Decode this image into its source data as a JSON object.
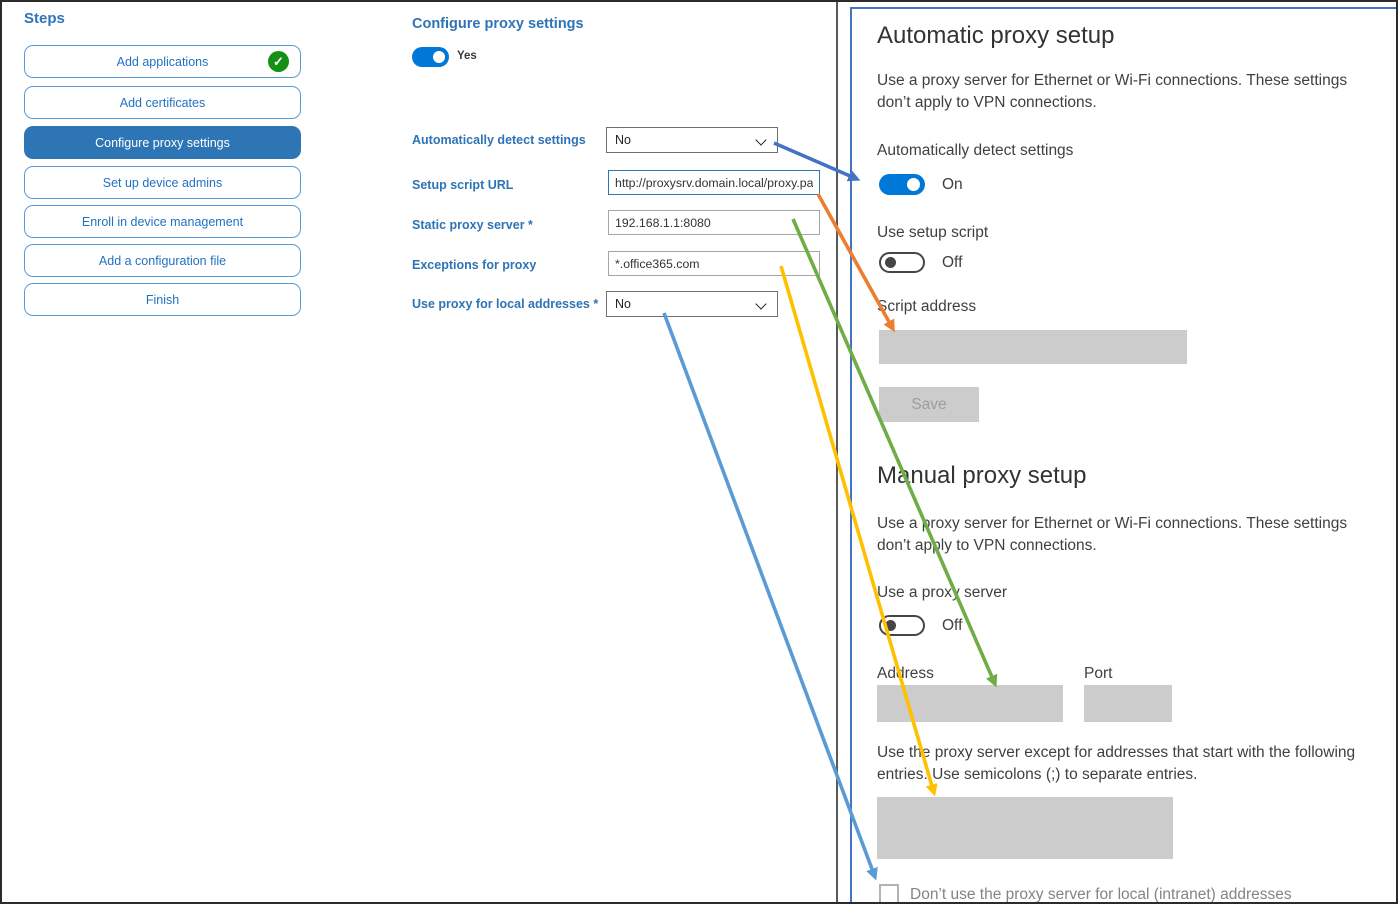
{
  "steps_panel": {
    "title": "Steps",
    "items": [
      {
        "label": "Add applications",
        "completed": true,
        "selected": false
      },
      {
        "label": "Add certificates",
        "completed": false,
        "selected": false
      },
      {
        "label": "Configure proxy settings",
        "completed": false,
        "selected": true
      },
      {
        "label": "Set up device admins",
        "completed": false,
        "selected": false
      },
      {
        "label": "Enroll in device management",
        "completed": false,
        "selected": false
      },
      {
        "label": "Add a configuration file",
        "completed": false,
        "selected": false
      },
      {
        "label": "Finish",
        "completed": false,
        "selected": false
      }
    ]
  },
  "wizard": {
    "heading": "Configure proxy settings",
    "enabled_toggle": {
      "state": true,
      "label": "Yes"
    },
    "fields": [
      {
        "label": "Automatically detect settings",
        "type": "select",
        "value": "No"
      },
      {
        "label": "Setup script URL",
        "type": "text",
        "value": "http://proxysrv.domain.local/proxy.pa",
        "focused": true
      },
      {
        "label": "Static proxy server *",
        "type": "text",
        "value": "192.168.1.1:8080"
      },
      {
        "label": "Exceptions for proxy",
        "type": "text",
        "value": "*.office365.com"
      },
      {
        "label": "Use proxy for local addresses *",
        "type": "select",
        "value": "No"
      }
    ]
  },
  "settings_panel": {
    "auto": {
      "heading": "Automatic proxy setup",
      "description": "Use a proxy server for Ethernet or Wi-Fi connections. These settings don’t apply to VPN connections.",
      "detect_label": "Automatically detect settings",
      "detect_state": "On",
      "script_toggle_label": "Use setup script",
      "script_toggle_state": "Off",
      "script_address_label": "Script address",
      "script_address_value": "",
      "save_label": "Save"
    },
    "manual": {
      "heading": "Manual proxy setup",
      "description": "Use a proxy server for Ethernet or Wi-Fi connections. These settings don’t apply to VPN connections.",
      "proxy_toggle_label": "Use a proxy server",
      "proxy_toggle_state": "Off",
      "address_label": "Address",
      "address_value": "",
      "port_label": "Port",
      "port_value": "",
      "exceptions_description": "Use the proxy server except for addresses that start with the following entries. Use semicolons (;) to separate entries.",
      "exceptions_value": "",
      "checkbox_label": "Don’t use the proxy server for local (intranet) addresses",
      "checkbox_checked": false
    }
  },
  "arrows": [
    {
      "name": "map-detect-settings",
      "from": "Automatically detect settings (wizard)",
      "to": "Automatically detect settings toggle",
      "color": "#4472C4"
    },
    {
      "name": "map-setup-script-url",
      "from": "Setup script URL",
      "to": "Script address",
      "color": "#ED7D31"
    },
    {
      "name": "map-static-proxy",
      "from": "Static proxy server",
      "to": "Address",
      "color": "#70AD47"
    },
    {
      "name": "map-proxy-exceptions",
      "from": "Exceptions for proxy",
      "to": "Exceptions entry box",
      "color": "#FFC000"
    },
    {
      "name": "map-local-addresses",
      "from": "Use proxy for local addresses",
      "to": "Don’t use proxy for local addresses checkbox",
      "color": "#5B9BD5"
    }
  ],
  "colors": {
    "accent_blue": "#0078D7",
    "wizard_blue": "#2E74B5",
    "selected_step_bg": "#2E75B6",
    "step_border": "#5B9BD5",
    "panel_border": "#4472C4",
    "disabled_gray": "#cccccc",
    "success_green": "#149114"
  }
}
